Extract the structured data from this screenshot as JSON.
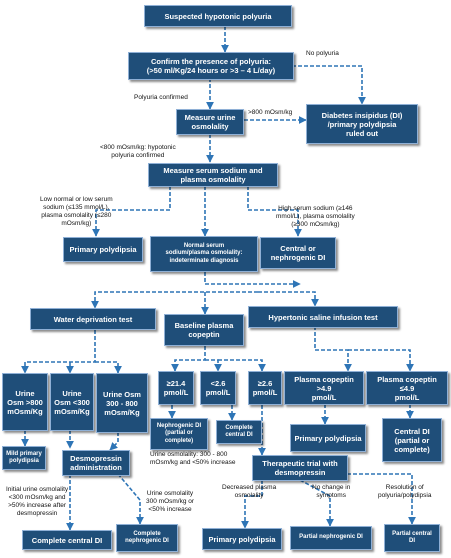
{
  "colors": {
    "box": "#1f4e79",
    "box_border": "#8fb0d6",
    "box_text": "#ffffff",
    "line": "#2e75b6",
    "label_text": "#111111"
  },
  "nodes": {
    "suspected": "Suspected hypotonic polyuria",
    "confirm": "Confirm the presence of polyuria:\n(>50 ml/Kg/24 hours or >3 – 4 L/day)",
    "measure_urine": "Measure urine\nosmolality",
    "di_ruled_out": "Diabetes insipidus (DI)\n/primary polydipsia\nruled out",
    "measure_serum": "Measure serum sodium and\nplasma osmolality",
    "primary_polydipsia_1": "Primary polydipsia",
    "normal_serum": "Normal serum\nsodium/plasma osmolality:\nindeterminate diagnosis",
    "central_nephro": "Central or\nnephrogenic DI",
    "water_deprivation": "Water deprivation test",
    "baseline_copeptin": "Baseline plasma\ncopeptin",
    "hypertonic_saline": "Hypertonic saline infusion test",
    "urine_osm_800": "Urine\nOsm >800\nmOsm/Kg",
    "urine_osm_300": "Urine\nOsm <300\nmOsm/Kg",
    "urine_osm_mid": "Urine Osm\n300 - 800\nmOsm/Kg",
    "cop_214": "≥21.4\npmol/L",
    "cop_26": "<2.6\npmol/L",
    "cop_ge26": "≥2.6\npmol/L",
    "pc_gt49": "Plasma copeptin >4.9\npmol/L",
    "pc_le49": "Plasma copeptin ≤4.9\npmol/L",
    "nephro_di": "Nephrogenic DI\n(partial or\ncomplete)",
    "complete_central_small": "Complete\ncentral DI",
    "primary_polydipsia_2": "Primary polydipsia",
    "central_di_partial": "Central DI\n(partial or\ncomplete)",
    "mild_polydipsia": "Mild primary\npolydipsia",
    "desmopressin_admin": "Desmopressin\nadministration",
    "therapeutic_trial": "Therapeutic trial with\ndesmopressin",
    "complete_central_bottom": "Complete central DI",
    "complete_nephro_bottom": "Complete\nnephrogenic DI",
    "primary_polydipsia_3": "Primary polydipsia",
    "partial_nephro_bottom": "Partial nephrogenic DI",
    "partial_central_bottom": "Partial central\nDI"
  },
  "labels": {
    "no_polyuria": "No polyuria",
    "polyuria_confirmed": "Polyuria confirmed",
    "gt800": ">800 mOsm/kg",
    "lt800": "<800 mOsm/kg: hypotonic\npolyuria confirmed",
    "low_normal_serum": "Low normal or low serum\nsodium (≤135 mmol/L),\nplasma osmolality (≤280\nmOsm/kg)",
    "high_serum": "High serum sodium (≥146\nmmol/L), plasma osmolality\n(≥300 mOsm/kg)",
    "urine_osmolality_range": "Urine osmolality: 300 - 800\nmOsm/kg and <50% increase",
    "initial_urine": "Initial urine osmolality\n<300 mOsm/kg and\n>50% increase after\ndesmopressin",
    "urine_300_less50": "Urine osmolality\n300 mOsm/kg or\n<50% increase",
    "decreased_plasma": "Decreased plasma\nosmolality",
    "no_change": "No change in\nsymptoms",
    "resolution": "Resolution of\npolyuria/polydipsia"
  }
}
